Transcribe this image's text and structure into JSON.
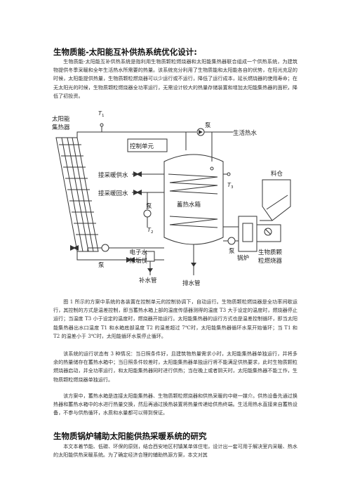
{
  "title": "生物质能-太阳能互补供热系统优化设计:",
  "intro": "生物质能-太阳能互补供热系统是指利用生物质颗粒燃烧器和太阳能集热器联合组成一个供热系统，为建筑物提供冬季采暖和全年生活热水所需要的热量。该系统充分利用了生物质能和太阳能各自的优势，在阳光充足的时候，太阳能提供热量，生物质颗粒燃烧器可以少运行或不运行，降低了运行成本，延长燃烧器的使用寿命；在无太阳光的时候，生物质颗粒燃烧器全功率运行，无需设计较大的热量存储装置和增加太阳能集热器的面积，降低了初投资。",
  "figure": {
    "collector": "太阳能\n集热器",
    "t1": "T1",
    "pump": "泵",
    "hot_water": "生活热水",
    "control": "控制单元",
    "heating_supply": "接采暖供水",
    "heating_return": "接采暖回水",
    "t3": "T3",
    "tank": "蓄热水箱",
    "silo": "料仓",
    "t2": "T2",
    "descaler": "电子水\n除垢仪",
    "boiler": "锅炉",
    "burner": "生物质颗\n粒燃烧器",
    "makeup": "补水管",
    "drain": "排水管"
  },
  "caption": "图 1 所示的方案中系统的各装置在控制单元的控制协调下，自动运行。生物质颗粒燃烧器是全功率间歇运行，其控制的方式是温差控制，即当蓄热水箱上部的温度传感器测得的温度 T3 大于设定的温度时，燃烧器停止运行；当温度 T3 小于设定的温度时，燃烧器开始运行。太阳能集热器的运行方式也是温差控制循环，即当太阳能集热器出水口温度 T1 和水箱底部温度 T2 的温差超过 7℃时，太阳能集热器循环水泵开始循环；当 T1 和 T2 的温差小于 3℃时，太阳能循环水泵停止循环。",
  "para2": "该系统的运行状态有 3 种情况：当日照条件好，且建筑物热量需求小时，太阳能集热器单独运行，并将多余的热量储存在蓄热水箱中；当日照条件较差时，太阳能集热器单独运行将不能满足供热要求，此时生物质颗粒燃烧器启动，并全功率运行，和太阳能集热器同时进行供热；当在晚上或者阴天时，太阳能集热器不能工作，生物质颗粒燃烧器单独运行。",
  "para3": "该方案中，蓄热水箱是连接太阳能集热器、生物质颗粒燃烧器和供热采暖的中继一媒介。供热设备先通过换热器和蓄热水箱中的水进行热量交换，然后再通过换热装置将热量传递给供热终端。生活用热水直接来自蓄热设备，不参与供热循环，水质和水量都可以得到保证。",
  "section2": "生物质锅炉辅助太阳能供热采暖系统的研究",
  "para4": "本文本着节能、低碳、环保的原则，结合西安地区村镇某单体住宅，设计出一套可用于解决室内采暖、热水的太阳能供热采暖系统。为了确定经济合理的辅助热源方案，本文对其"
}
